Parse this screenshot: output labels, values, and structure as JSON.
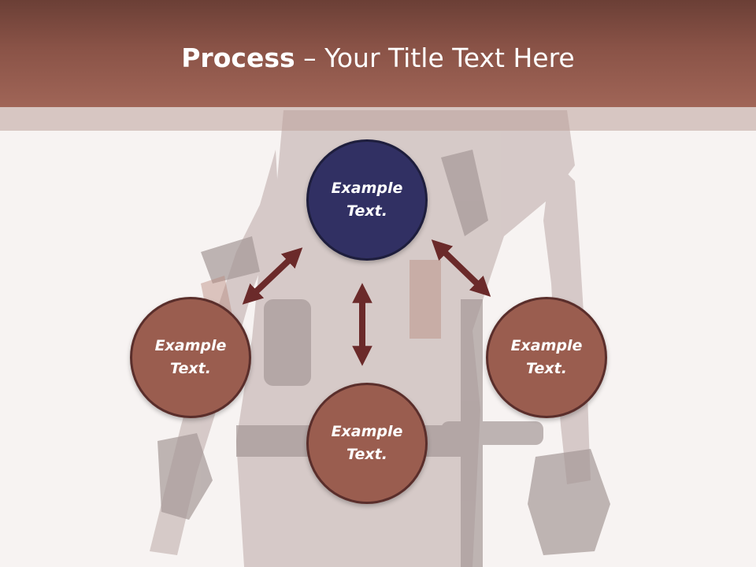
{
  "slide": {
    "title_bold": "Process",
    "title_rest": " – Your Title Text Here",
    "nodes": [
      {
        "label": "Example Text.",
        "line1": "Example",
        "line2": "Text.",
        "style": "navy"
      },
      {
        "label": "Example Text.",
        "line1": "Example",
        "line2": "Text.",
        "style": "brown"
      },
      {
        "label": "Example Text.",
        "line1": "Example",
        "line2": "Text.",
        "style": "brown"
      },
      {
        "label": "Example Text.",
        "line1": "Example",
        "line2": "Text.",
        "style": "brown"
      }
    ]
  },
  "colors": {
    "header": "#8a5347",
    "node_brown": "#9a5d4f",
    "node_highlight": "#313063",
    "arrow": "#6b2a2a"
  }
}
